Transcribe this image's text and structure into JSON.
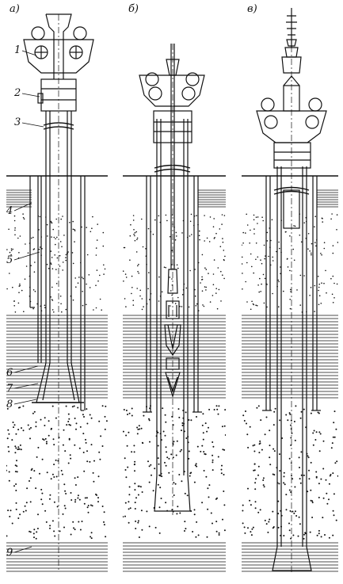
{
  "panels": [
    {
      "id": "a",
      "label": "а)"
    },
    {
      "id": "b",
      "label": "б)"
    },
    {
      "id": "v",
      "label": "в)"
    }
  ],
  "callouts": [
    {
      "id": "c1",
      "text": "1"
    },
    {
      "id": "c2",
      "text": "2"
    },
    {
      "id": "c3",
      "text": "3"
    },
    {
      "id": "c4",
      "text": "4"
    },
    {
      "id": "c5",
      "text": "5"
    },
    {
      "id": "c6",
      "text": "6"
    },
    {
      "id": "c7",
      "text": "7"
    },
    {
      "id": "c8",
      "text": "8"
    },
    {
      "id": "c9",
      "text": "9"
    }
  ],
  "colors": {
    "ink": "#111111",
    "paper": "#ffffff"
  }
}
